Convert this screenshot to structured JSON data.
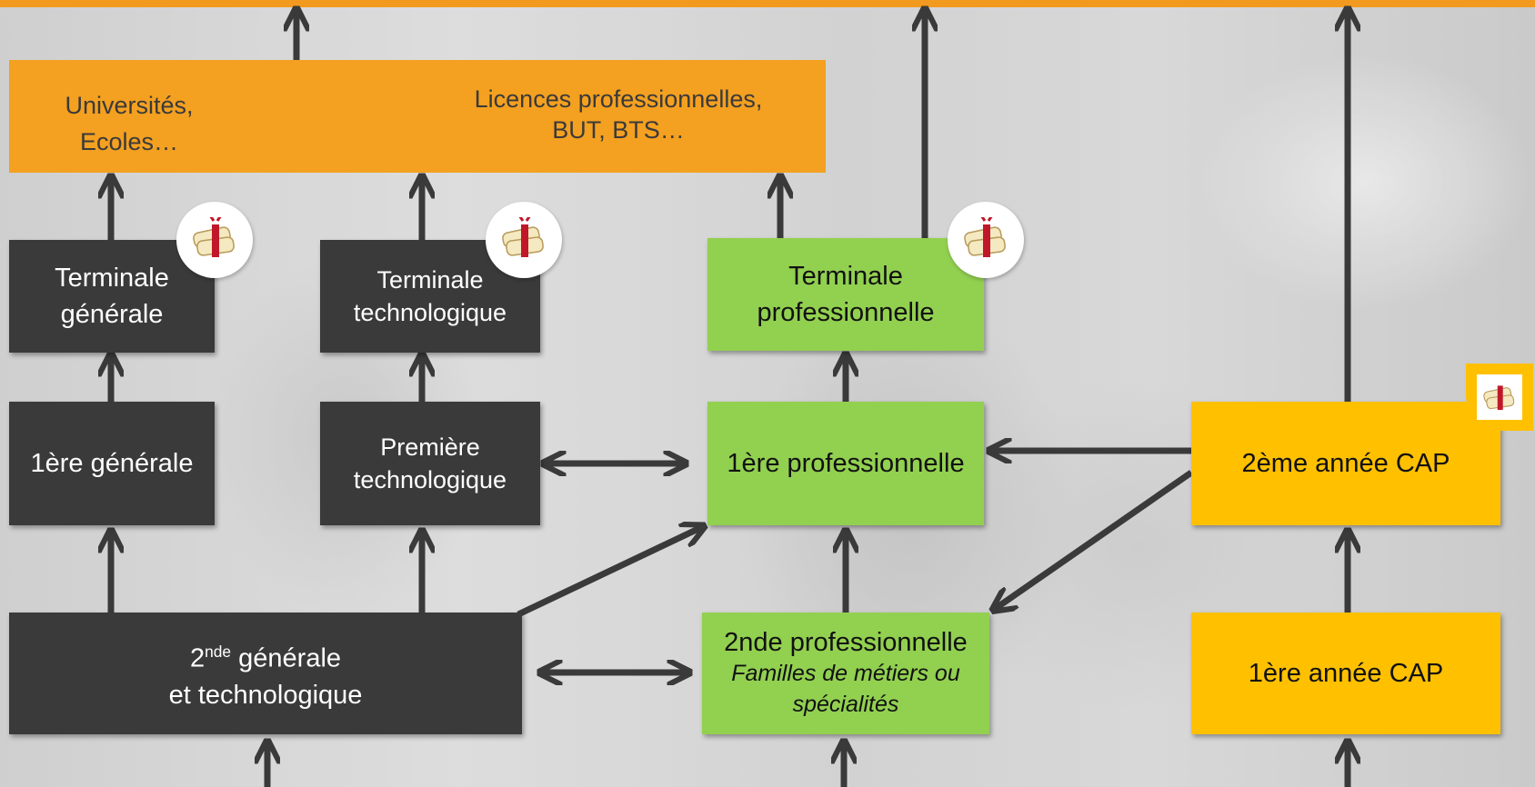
{
  "diagram": {
    "top_box": {
      "left_label_1": "Universités,",
      "left_label_2": "Ecoles…",
      "right_label_1": "Licences professionnelles,",
      "right_label_2": "BUT, BTS…"
    },
    "terminale_generale": {
      "line1": "Terminale",
      "line2": "générale"
    },
    "terminale_techno": {
      "line1": "Terminale",
      "line2": "technologique"
    },
    "terminale_pro": {
      "line1": "Terminale",
      "line2": "professionnelle"
    },
    "premiere_generale": {
      "label": "1ère générale"
    },
    "premiere_techno": {
      "line1": "Première",
      "line2": "technologique"
    },
    "premiere_pro": {
      "label": "1ère professionnelle"
    },
    "cap2": {
      "label": "2ème année CAP"
    },
    "seconde_gt": {
      "prefix": "2",
      "sup": "nde",
      "suffix": " générale",
      "line2": "et technologique"
    },
    "seconde_pro": {
      "line1": "2nde professionnelle",
      "line2": "Familles de métiers ou",
      "line3": "spécialités"
    },
    "cap1": {
      "label": "1ère année CAP"
    }
  },
  "colors": {
    "top_bar": "#f29a1f",
    "orange": "#f4a020",
    "dark": "#3a3a3a",
    "green": "#92d050",
    "yellow": "#ffc000",
    "arrow": "#3a3a3a"
  },
  "icons": {
    "diploma": "diploma-icon"
  }
}
